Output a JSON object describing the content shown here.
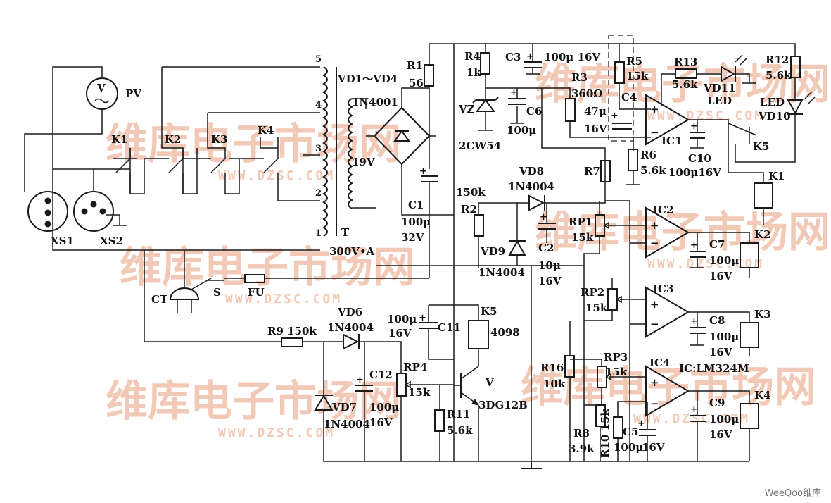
{
  "labels": {
    "pv": "PV",
    "v": "V",
    "k1": "K1",
    "k2": "K2",
    "k3": "K3",
    "k4": "K4",
    "k5": "K5",
    "xs1": "XS1",
    "xs2": "XS2",
    "t5": "5",
    "t4": "4",
    "t3": "3",
    "t2": "2",
    "t1": "1",
    "t": "T",
    "tva": "300V•A",
    "v19": "19V",
    "vd14": "VD1～VD4",
    "n4001": "1N4001",
    "r1": "R1",
    "r1v": "56",
    "c1": "C1",
    "c1v": "100μ",
    "c1v2": "32V",
    "r4": "R4",
    "r4v": "1k",
    "c3": "C3",
    "c3v": "100μ 16V",
    "vz": "VZ",
    "vzv": "2CW54",
    "c6": "C6",
    "c6v": "100μ",
    "r3": "R3",
    "r3v": "360Ω",
    "r5": "R5",
    "r5v": "15k",
    "c4": "C4",
    "c4v": "47μ",
    "c4v2": "16V",
    "r13": "R13",
    "r13v": "5.6k",
    "vd11": "VD11",
    "led1": "LED",
    "r12": "R12",
    "r12v": "5.6k",
    "led2": "LED",
    "vd10": "VD10",
    "ic1": "IC1",
    "c10": "C10",
    "c10v": "100μ16V",
    "r6": "R6",
    "r6v": "5.6k",
    "r7": "R7",
    "vd8": "VD8",
    "vd8v": "1N4004",
    "r2v": "150k",
    "r2": "R2",
    "vd9": "VD9",
    "vd9v": "1N4004",
    "c2": "C2",
    "c2v": "10μ",
    "c2v2": "16V",
    "rp1": "RP1",
    "rp1v": "15k",
    "ic2": "IC2",
    "c7": "C7",
    "c7v": "100μ",
    "c7v2": "16V",
    "rp2": "RP2",
    "rp2v": "15k",
    "ic3": "IC3",
    "c8": "C8",
    "c8v": "100μ",
    "c8v2": "16V",
    "ct": "CT",
    "s": "S",
    "fu": "FU",
    "vd6": "VD6",
    "vd6v": "1N4004",
    "r9": "R9 150k",
    "c11v": "100μ",
    "c11v2": "16V",
    "c11": "C11",
    "k5b": "K5",
    "k5v": "4098",
    "c12": "C12",
    "c12v": "100μ",
    "c12v2": "16V",
    "rp4": "RP4",
    "rp4v": "15k",
    "vd7": "VD7",
    "vd7v": "1N4004",
    "vtr": "V",
    "vtrv": "3DG12B",
    "r11": "R11",
    "r11v": "5.6k",
    "r16": "R16",
    "r16v": "10k",
    "rp3": "RP3",
    "rp3v": "15k",
    "ic4": "IC4",
    "icv": "IC:LM324M",
    "r8": "R8",
    "r8v": "3.9k",
    "r10": "R10 15k",
    "c5": "C5",
    "c5v": "100μ",
    "c5v2": "16V",
    "c9": "C9",
    "c9v": "100μ",
    "c9v2": "16V",
    "plus": "+",
    "minus": "−"
  },
  "watermark": {
    "cn": "维库电子市场网",
    "url": "WWW.DZSC.COM"
  },
  "footer": "WeeQoo维库"
}
